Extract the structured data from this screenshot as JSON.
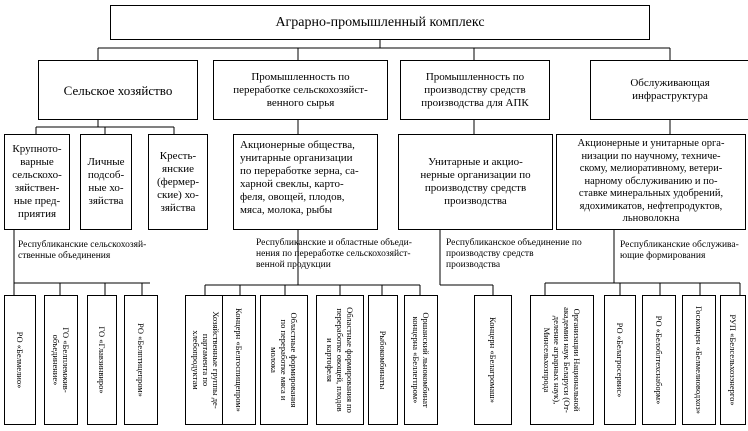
{
  "root": "Аграрно-промышленный комплекс",
  "branches": [
    {
      "title": "Сельское хозяйство",
      "subunits": [
        "Крупното-\nварные\nсельскохо-\nзяйствен-\nные пред-\nприятия",
        "Личные\nподсоб-\nные хо-\nзяйства",
        "Кресть-\nянские\n(фермер-\nские) хо-\nзяйства"
      ],
      "label": "Республиканские сельскохозяй-\nственные объединения",
      "bottom": [
        "РО «Белмелио»",
        "ГО «Белплемжив-\nобъединение»",
        "ГО «Главзинвиро»",
        "РО «Белптицепром»"
      ]
    },
    {
      "title": "Промышленность по\nпереработке сельскохозяйст-\nвенного сырья",
      "desc": "Акционерные общества,\nунитарные организации\nпо переработке зерна, са-\nхарной свеклы, карто-\nфеля, овощей, плодов,\nмяса, молока, рыбы",
      "label": "Республиканские и областные объеди-\nнения по переработке сельскохозяйст-\nвенной продукции",
      "bottom": [
        "Хозяйственные группы де-\nпартамента по\nхлебопродуктам",
        "Концерн «Белгоспищепром»",
        "Областные формирования\nпо переработке мяса и\nмолока",
        "Областные формирования по\nпереработке овощей, плодов\nи картофеля",
        "Рыбокомбинаты",
        "Оршанский льнокомбинат\nконцерна «Беллегпром»"
      ]
    },
    {
      "title": "Промышленность по\nпроизводству средств\nпроизводства для АПК",
      "desc": "Унитарные и акцио-\nнерные организации по\nпроизводству средств\nпроизводства",
      "label": "Республиканское объединение по\nпроизводству средств\nпроизводства",
      "bottom": [
        "Концерн «Белагромаш»"
      ]
    },
    {
      "title": "Обслуживающая\nинфраструктура",
      "desc": "Акционерные и унитарные орга-\nнизации по научному, техниче-\nскому, мелиоративному, ветери-\nнарному обслуживанию и по-\nставке минеральных удобрений,\nядохимикатов, нефтепродуктов,\nльноволокна",
      "label": "Республиканские обслужива-\nющие формирования",
      "bottom": [
        "Организации Национальной\nакадемии наук Беларуси (От-\nделение аграрных наук),\nМинсельхозпрода",
        "РО «Белагросервис»",
        "РО «Белоблтехснаборм»",
        "Госкомцен «Белмелиоводхоз»",
        "РУП «Белсельхозэнерго»"
      ]
    }
  ]
}
